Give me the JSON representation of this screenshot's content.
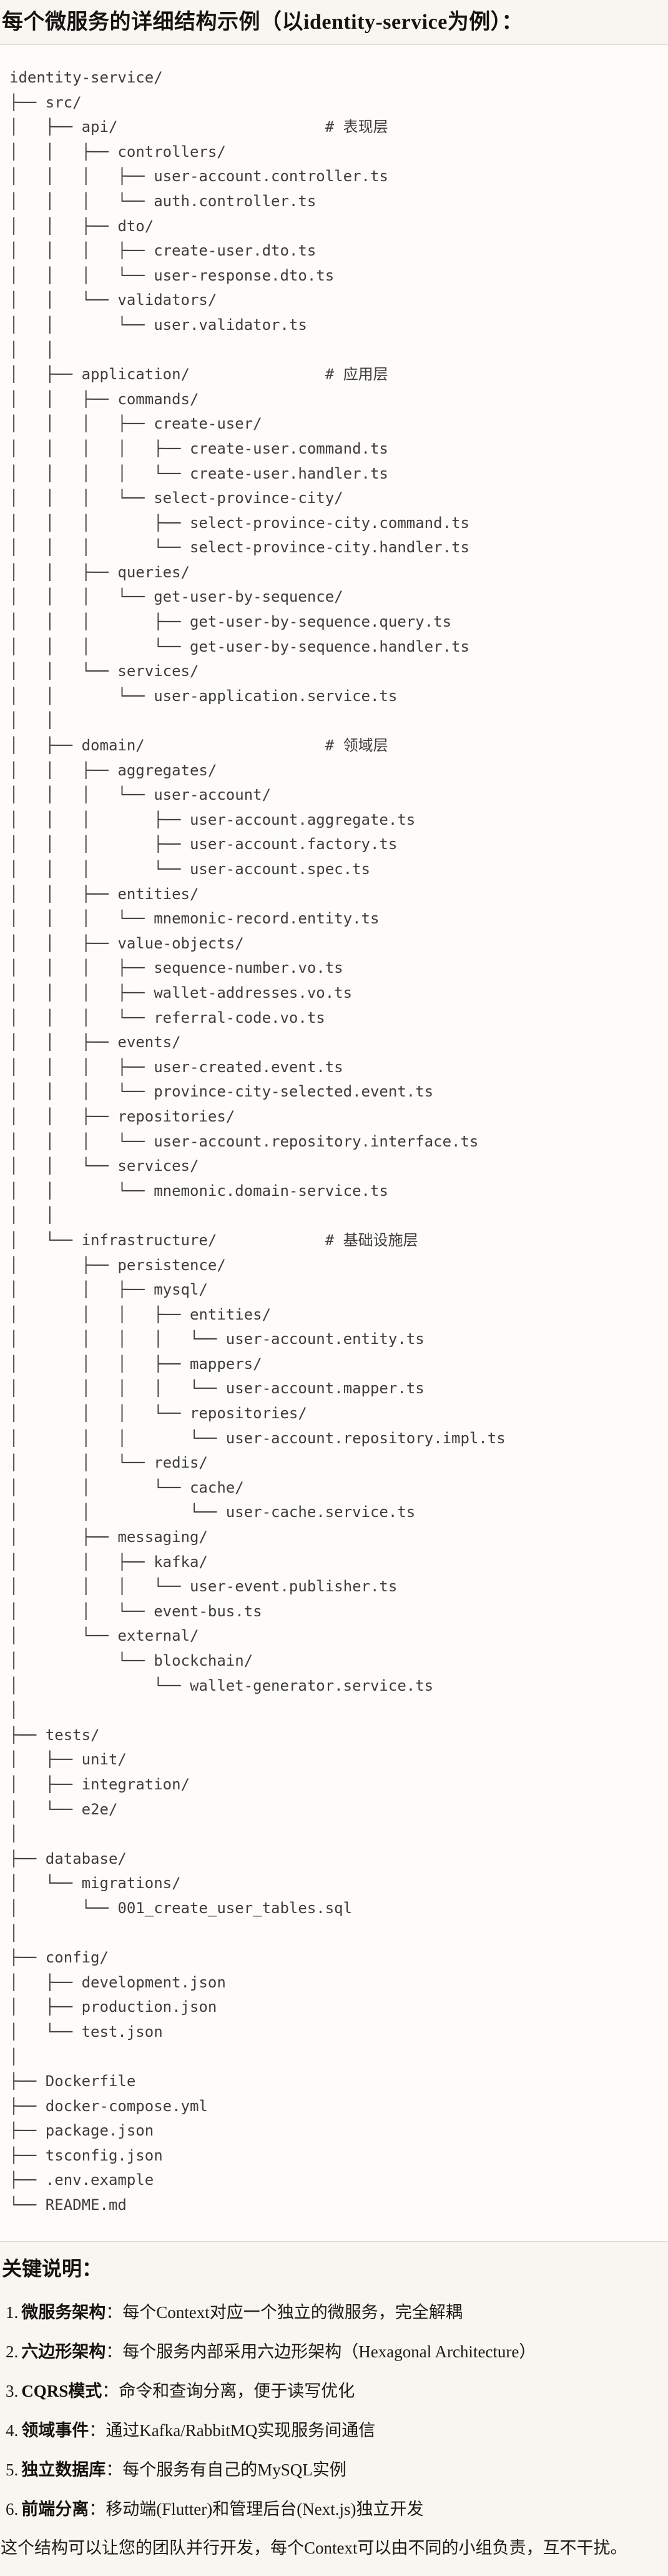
{
  "title": "每个微服务的详细结构示例（以identity-service为例）：",
  "tree": {
    "lines": [
      "identity-service/",
      "├── src/",
      "│   ├── api/                       # 表现层",
      "│   │   ├── controllers/",
      "│   │   │   ├── user-account.controller.ts",
      "│   │   │   └── auth.controller.ts",
      "│   │   ├── dto/",
      "│   │   │   ├── create-user.dto.ts",
      "│   │   │   └── user-response.dto.ts",
      "│   │   └── validators/",
      "│   │       └── user.validator.ts",
      "│   │",
      "│   ├── application/               # 应用层",
      "│   │   ├── commands/",
      "│   │   │   ├── create-user/",
      "│   │   │   │   ├── create-user.command.ts",
      "│   │   │   │   └── create-user.handler.ts",
      "│   │   │   └── select-province-city/",
      "│   │   │       ├── select-province-city.command.ts",
      "│   │   │       └── select-province-city.handler.ts",
      "│   │   ├── queries/",
      "│   │   │   └── get-user-by-sequence/",
      "│   │   │       ├── get-user-by-sequence.query.ts",
      "│   │   │       └── get-user-by-sequence.handler.ts",
      "│   │   └── services/",
      "│   │       └── user-application.service.ts",
      "│   │",
      "│   ├── domain/                    # 领域层",
      "│   │   ├── aggregates/",
      "│   │   │   └── user-account/",
      "│   │   │       ├── user-account.aggregate.ts",
      "│   │   │       ├── user-account.factory.ts",
      "│   │   │       └── user-account.spec.ts",
      "│   │   ├── entities/",
      "│   │   │   └── mnemonic-record.entity.ts",
      "│   │   ├── value-objects/",
      "│   │   │   ├── sequence-number.vo.ts",
      "│   │   │   ├── wallet-addresses.vo.ts",
      "│   │   │   └── referral-code.vo.ts",
      "│   │   ├── events/",
      "│   │   │   ├── user-created.event.ts",
      "│   │   │   └── province-city-selected.event.ts",
      "│   │   ├── repositories/",
      "│   │   │   └── user-account.repository.interface.ts",
      "│   │   └── services/",
      "│   │       └── mnemonic.domain-service.ts",
      "│   │",
      "│   └── infrastructure/            # 基础设施层",
      "│       ├── persistence/",
      "│       │   ├── mysql/",
      "│       │   │   ├── entities/",
      "│       │   │   │   └── user-account.entity.ts",
      "│       │   │   ├── mappers/",
      "│       │   │   │   └── user-account.mapper.ts",
      "│       │   │   └── repositories/",
      "│       │   │       └── user-account.repository.impl.ts",
      "│       │   └── redis/",
      "│       │       └── cache/",
      "│       │           └── user-cache.service.ts",
      "│       ├── messaging/",
      "│       │   ├── kafka/",
      "│       │   │   └── user-event.publisher.ts",
      "│       │   └── event-bus.ts",
      "│       └── external/",
      "│           └── blockchain/",
      "│               └── wallet-generator.service.ts",
      "│",
      "├── tests/",
      "│   ├── unit/",
      "│   ├── integration/",
      "│   └── e2e/",
      "│",
      "├── database/",
      "│   └── migrations/",
      "│       └── 001_create_user_tables.sql",
      "│",
      "├── config/",
      "│   ├── development.json",
      "│   ├── production.json",
      "│   └── test.json",
      "│",
      "├── Dockerfile",
      "├── docker-compose.yml",
      "├── package.json",
      "├── tsconfig.json",
      "├── .env.example",
      "└── README.md"
    ]
  },
  "notes": {
    "heading": "关键说明：",
    "items": [
      {
        "num": "1.",
        "term": "微服务架构",
        "colon": "：",
        "desc": "每个Context对应一个独立的微服务，完全解耦"
      },
      {
        "num": "2.",
        "term": "六边形架构",
        "colon": "：",
        "desc": "每个服务内部采用六边形架构（Hexagonal Architecture）"
      },
      {
        "num": "3.",
        "term": "CQRS模式",
        "colon": "：",
        "desc": "命令和查询分离，便于读写优化"
      },
      {
        "num": "4.",
        "term": "领域事件",
        "colon": "：",
        "desc": "通过Kafka/RabbitMQ实现服务间通信"
      },
      {
        "num": "5.",
        "term": "独立数据库",
        "colon": "：",
        "desc": "每个服务有自己的MySQL实例"
      },
      {
        "num": "6.",
        "term": "前端分离",
        "colon": "：",
        "desc": "移动端(Flutter)和管理后台(Next.js)独立开发"
      }
    ],
    "footer": "这个结构可以让您的团队并行开发，每个Context可以由不同的小组负责，互不干扰。"
  },
  "colors": {
    "page_background": "#f8f6f0",
    "code_background": "#fdfcf9",
    "code_border": "#dcd9d1",
    "heading_text": "#141310",
    "code_text": "#3e3d39"
  }
}
